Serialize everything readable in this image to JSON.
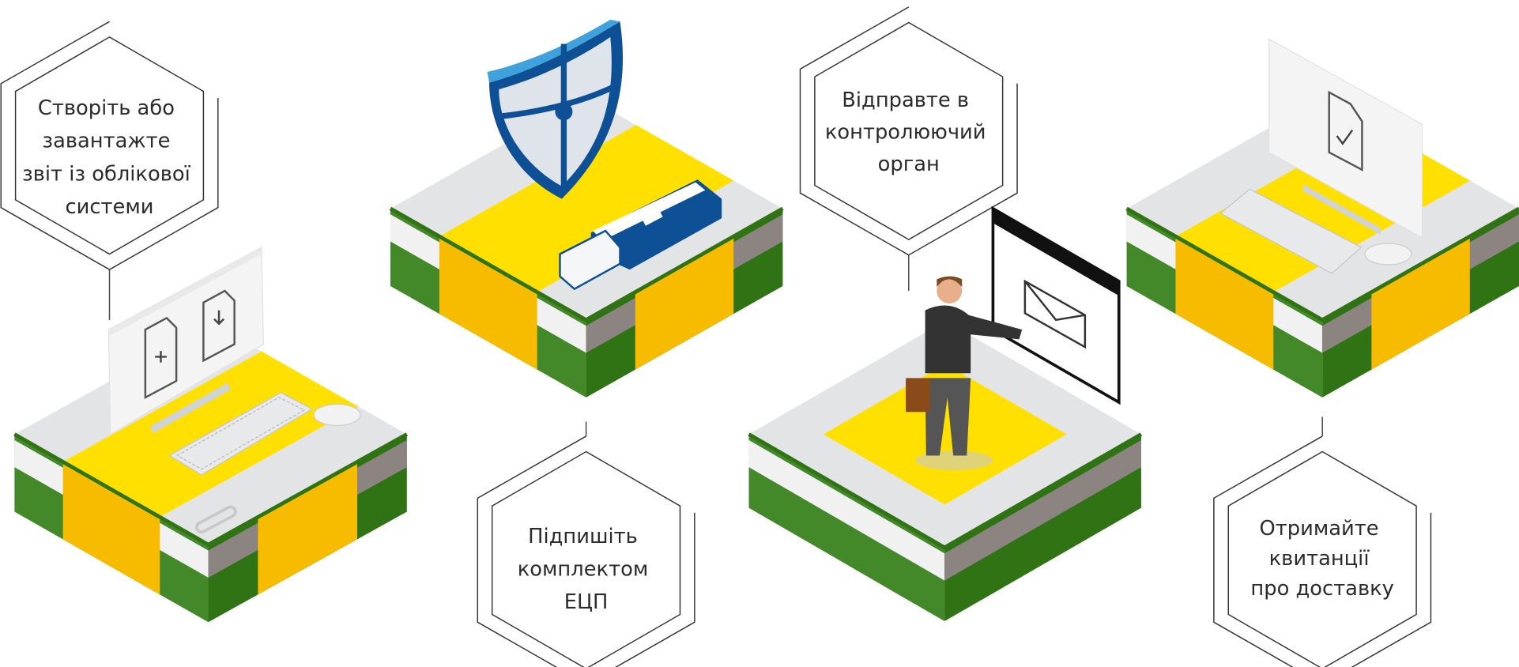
{
  "steps": [
    {
      "lines": [
        "Створіть або",
        "завантажте",
        "звіт із облікової",
        "системи"
      ]
    },
    {
      "lines": [
        "Підпишіть",
        "комплектом",
        "ЕЦП"
      ]
    },
    {
      "lines": [
        "Відправте в",
        "контролюючий",
        "орган"
      ]
    },
    {
      "lines": [
        "Отримайте",
        "квитанції",
        "про доставку"
      ]
    }
  ],
  "colors": {
    "yellow": "#ffe000",
    "orange": "#f7bc00",
    "green": "#43892a",
    "dark_green": "#2f7314",
    "taupe": "#8c8480",
    "top_grey": "#e3e4e5",
    "side_white": "#f1f1f1",
    "shield_blue": "#0e5096",
    "shield_light": "#3fa2dc"
  }
}
